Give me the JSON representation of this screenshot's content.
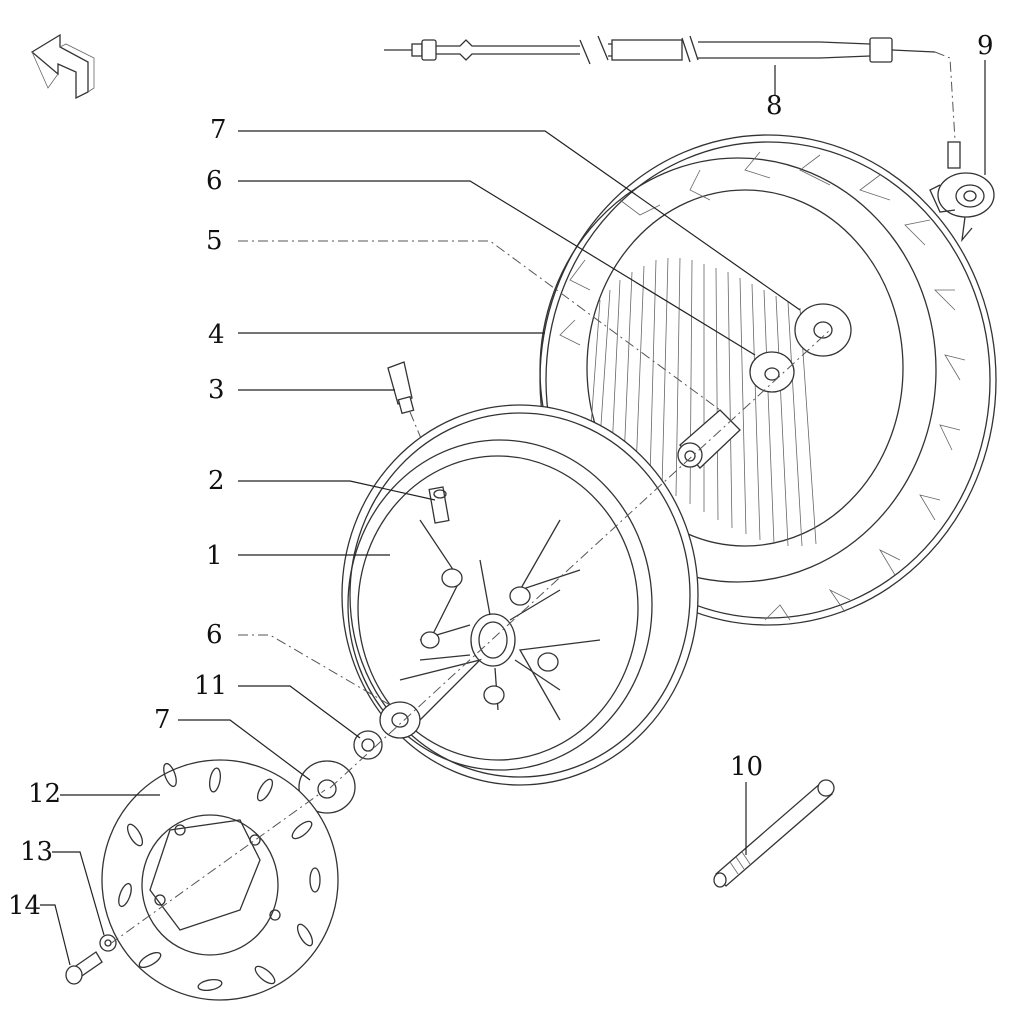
{
  "callouts": [
    {
      "key": "c1",
      "text": "1"
    },
    {
      "key": "c2",
      "text": "2"
    },
    {
      "key": "c3",
      "text": "3"
    },
    {
      "key": "c4",
      "text": "4"
    },
    {
      "key": "c5",
      "text": "5"
    },
    {
      "key": "c6a",
      "text": "6"
    },
    {
      "key": "c6b",
      "text": "6"
    },
    {
      "key": "c7a",
      "text": "7"
    },
    {
      "key": "c7b",
      "text": "7"
    },
    {
      "key": "c8",
      "text": "8"
    },
    {
      "key": "c9",
      "text": "9"
    },
    {
      "key": "c10",
      "text": "10"
    },
    {
      "key": "c11",
      "text": "11"
    },
    {
      "key": "c12",
      "text": "12"
    },
    {
      "key": "c13",
      "text": "13"
    },
    {
      "key": "c14",
      "text": "14"
    }
  ],
  "icons": {
    "direction": "front-direction-arrow-icon"
  }
}
